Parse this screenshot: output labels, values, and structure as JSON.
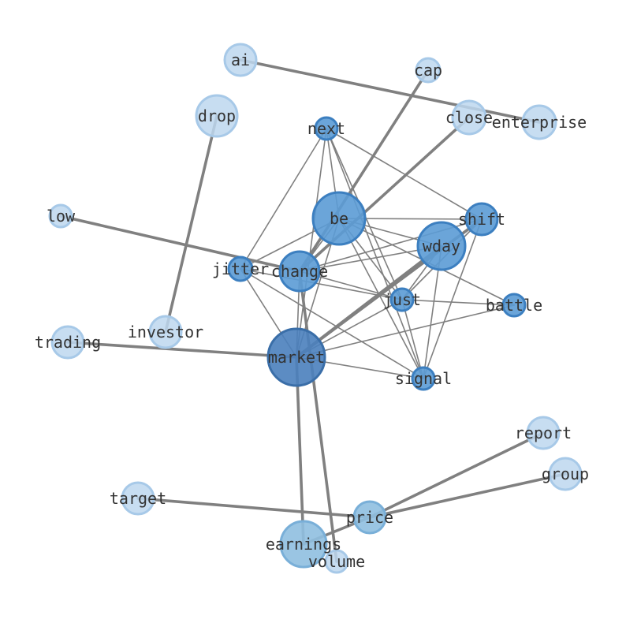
{
  "colors": {
    "edge": "#808080",
    "label": "#333333",
    "tiers": {
      "light": {
        "fill": "#bdd7ee",
        "stroke": "#a7c9e8"
      },
      "mid": {
        "fill": "#8fbfe0",
        "stroke": "#79afd8"
      },
      "core": {
        "fill": "#5b9bd5",
        "stroke": "#3c7fc0"
      },
      "hub": {
        "fill": "#4a80bd",
        "stroke": "#3a6ea8"
      }
    }
  },
  "nodes": [
    {
      "id": "ai",
      "label": "ai",
      "tier": "light"
    },
    {
      "id": "cap",
      "label": "cap",
      "tier": "light"
    },
    {
      "id": "drop",
      "label": "drop",
      "tier": "light"
    },
    {
      "id": "next",
      "label": "next",
      "tier": "core"
    },
    {
      "id": "close",
      "label": "close",
      "tier": "light"
    },
    {
      "id": "enterprise",
      "label": "enterprise",
      "tier": "light"
    },
    {
      "id": "low",
      "label": "low",
      "tier": "light"
    },
    {
      "id": "be",
      "label": "be",
      "tier": "core"
    },
    {
      "id": "shift",
      "label": "shift",
      "tier": "core"
    },
    {
      "id": "wday",
      "label": "wday",
      "tier": "core"
    },
    {
      "id": "jitter",
      "label": "jitter",
      "tier": "core"
    },
    {
      "id": "change",
      "label": "change",
      "tier": "core"
    },
    {
      "id": "just",
      "label": "just",
      "tier": "core"
    },
    {
      "id": "battle",
      "label": "battle",
      "tier": "core"
    },
    {
      "id": "investor",
      "label": "investor",
      "tier": "light"
    },
    {
      "id": "trading",
      "label": "trading",
      "tier": "light"
    },
    {
      "id": "market",
      "label": "market",
      "tier": "hub"
    },
    {
      "id": "signal",
      "label": "signal",
      "tier": "core"
    },
    {
      "id": "report",
      "label": "report",
      "tier": "light"
    },
    {
      "id": "group",
      "label": "group",
      "tier": "light"
    },
    {
      "id": "target",
      "label": "target",
      "tier": "light"
    },
    {
      "id": "price",
      "label": "price",
      "tier": "mid"
    },
    {
      "id": "earnings",
      "label": "earnings",
      "tier": "mid"
    },
    {
      "id": "volume",
      "label": "volume",
      "tier": "light"
    }
  ],
  "edges": [
    {
      "source": "ai",
      "target": "enterprise",
      "weight": "thick"
    },
    {
      "source": "drop",
      "target": "investor",
      "weight": "thick"
    },
    {
      "source": "low",
      "target": "change",
      "weight": "thick"
    },
    {
      "source": "trading",
      "target": "market",
      "weight": "thick"
    },
    {
      "source": "market",
      "target": "earnings",
      "weight": "thick"
    },
    {
      "source": "market",
      "target": "wday",
      "weight": "thick"
    },
    {
      "source": "market",
      "target": "shift",
      "weight": "thick"
    },
    {
      "source": "change",
      "target": "cap",
      "weight": "thick"
    },
    {
      "source": "change",
      "target": "close",
      "weight": "thick"
    },
    {
      "source": "change",
      "target": "volume",
      "weight": "thick"
    },
    {
      "source": "target",
      "target": "price",
      "weight": "thick"
    },
    {
      "source": "price",
      "target": "group",
      "weight": "thick"
    },
    {
      "source": "price",
      "target": "report",
      "weight": "thick"
    },
    {
      "source": "price",
      "target": "earnings",
      "weight": "thick"
    },
    {
      "source": "next",
      "target": "be",
      "weight": "thin"
    },
    {
      "source": "next",
      "target": "shift",
      "weight": "thin"
    },
    {
      "source": "next",
      "target": "jitter",
      "weight": "thin"
    },
    {
      "source": "next",
      "target": "just",
      "weight": "thin"
    },
    {
      "source": "next",
      "target": "signal",
      "weight": "thin"
    },
    {
      "source": "next",
      "target": "market",
      "weight": "thin"
    },
    {
      "source": "be",
      "target": "shift",
      "weight": "thin"
    },
    {
      "source": "be",
      "target": "wday",
      "weight": "thin"
    },
    {
      "source": "be",
      "target": "jitter",
      "weight": "thin"
    },
    {
      "source": "be",
      "target": "change",
      "weight": "thin"
    },
    {
      "source": "be",
      "target": "just",
      "weight": "thin"
    },
    {
      "source": "be",
      "target": "battle",
      "weight": "thin"
    },
    {
      "source": "be",
      "target": "signal",
      "weight": "thin"
    },
    {
      "source": "be",
      "target": "market",
      "weight": "thin"
    },
    {
      "source": "shift",
      "target": "change",
      "weight": "thin"
    },
    {
      "source": "shift",
      "target": "just",
      "weight": "thin"
    },
    {
      "source": "shift",
      "target": "signal",
      "weight": "thin"
    },
    {
      "source": "wday",
      "target": "change",
      "weight": "thin"
    },
    {
      "source": "wday",
      "target": "just",
      "weight": "thin"
    },
    {
      "source": "wday",
      "target": "signal",
      "weight": "thin"
    },
    {
      "source": "jitter",
      "target": "just",
      "weight": "thin"
    },
    {
      "source": "jitter",
      "target": "market",
      "weight": "thin"
    },
    {
      "source": "jitter",
      "target": "signal",
      "weight": "thin"
    },
    {
      "source": "change",
      "target": "just",
      "weight": "thin"
    },
    {
      "source": "change",
      "target": "market",
      "weight": "thin"
    },
    {
      "source": "just",
      "target": "battle",
      "weight": "thin"
    },
    {
      "source": "just",
      "target": "signal",
      "weight": "thin"
    },
    {
      "source": "just",
      "target": "market",
      "weight": "thin"
    },
    {
      "source": "market",
      "target": "signal",
      "weight": "thin"
    },
    {
      "source": "market",
      "target": "battle",
      "weight": "thin"
    }
  ]
}
